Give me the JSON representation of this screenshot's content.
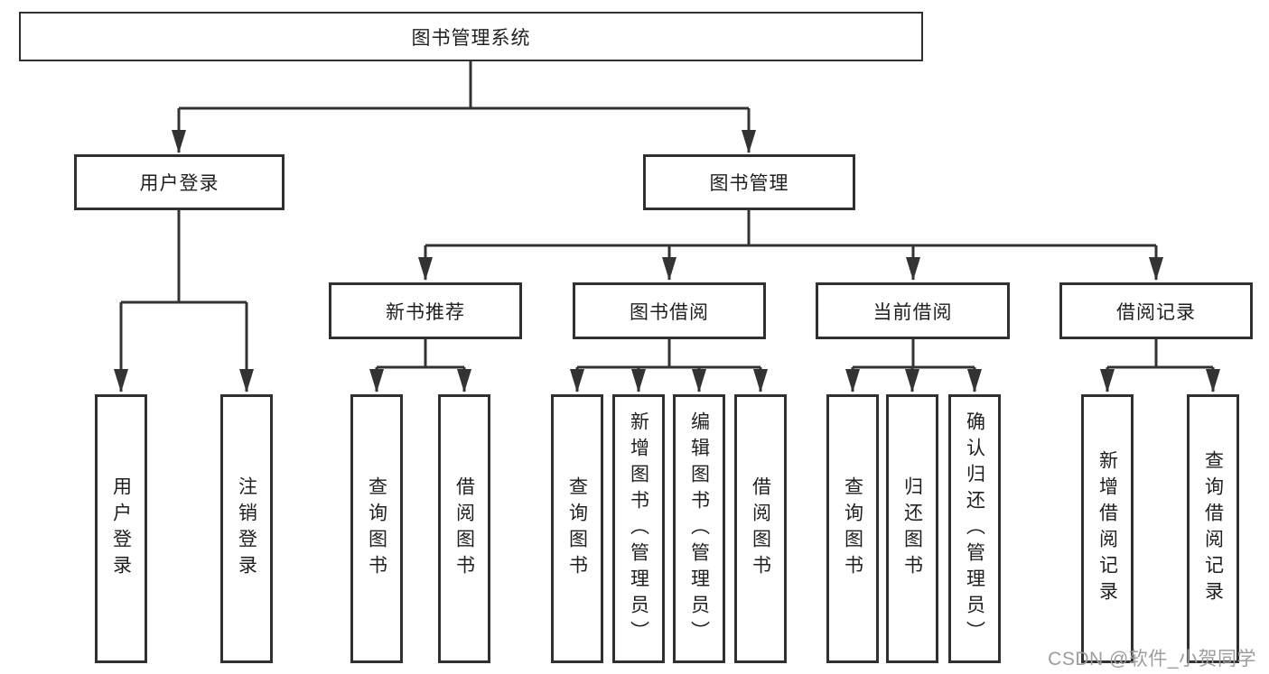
{
  "tree": {
    "label": "图书管理系统",
    "children": [
      {
        "label": "用户登录",
        "children": [
          {
            "label": "用户登录"
          },
          {
            "label": "注销登录"
          }
        ]
      },
      {
        "label": "图书管理",
        "children": [
          {
            "label": "新书推荐",
            "children": [
              {
                "label": "查询图书"
              },
              {
                "label": "借阅图书"
              }
            ]
          },
          {
            "label": "图书借阅",
            "children": [
              {
                "label": "查询图书"
              },
              {
                "label": "新增图书（管理员）"
              },
              {
                "label": "编辑图书（管理员）"
              },
              {
                "label": "借阅图书"
              }
            ]
          },
          {
            "label": "当前借阅",
            "children": [
              {
                "label": "查询图书"
              },
              {
                "label": "归还图书"
              },
              {
                "label": "确认归还（管理员）"
              }
            ]
          },
          {
            "label": "借阅记录",
            "children": [
              {
                "label": "新增借阅记录"
              },
              {
                "label": "查询借阅记录"
              }
            ]
          }
        ]
      }
    ]
  },
  "watermark": {
    "text": "CSDN @软件_小贺同学"
  },
  "colors": {
    "line": "#333333",
    "border": "#303030",
    "text": "#1f1f1f",
    "watermark": "#9d9d9d",
    "background": "#ffffff"
  }
}
